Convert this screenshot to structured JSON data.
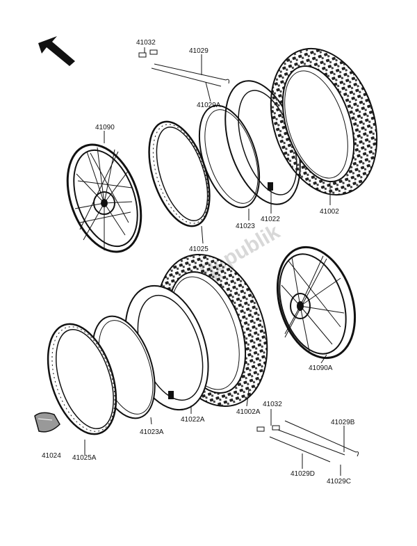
{
  "labels": {
    "p41032_top": "41032",
    "p41029": "41029",
    "p41029A": "41029A",
    "p41090": "41090",
    "p41002": "41002",
    "p41022": "41022",
    "p41023": "41023",
    "p41025": "41025",
    "p41090A": "41090A",
    "p41002A": "41002A",
    "p41022A": "41022A",
    "p41023A": "41023A",
    "p41024": "41024",
    "p41025A": "41025A",
    "p41032_bot": "41032",
    "p41029B": "41029B",
    "p41029D": "41029D",
    "p41029C": "41029C"
  },
  "watermark": "PartsRepublik",
  "colors": {
    "line": "#111111",
    "watermark": "#d8d8d8",
    "background": "#ffffff"
  },
  "icons": {
    "direction": "arrow-up-left-icon"
  }
}
